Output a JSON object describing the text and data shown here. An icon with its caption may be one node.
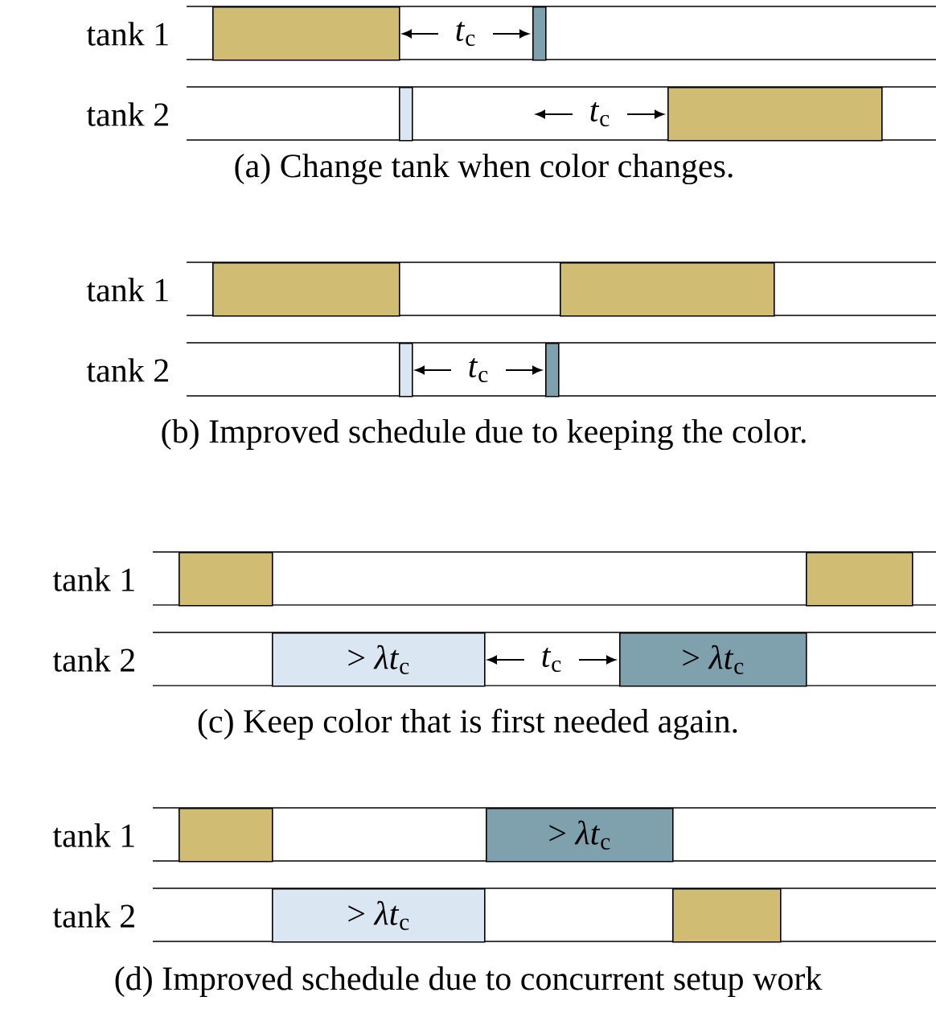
{
  "diagram": {
    "nodes": [
      {
        "text": [],
        "shape": "box"
      },
      {
        "text": [],
        "shape": "box"
      },
      {
        "text": [],
        "shape": "box"
      },
      {
        "text": [],
        "shape": "box"
      },
      {
        "text": [],
        "shape": "box"
      },
      {
        "text": [],
        "shape": "box"
      },
      {
        "text": [],
        "shape": "box"
      },
      {
        "text": [],
        "shape": "box"
      },
      {
        "text": [],
        "shape": "box"
      },
      {
        "text": [],
        "shape": "box"
      },
      {
        "text": [
          "> *λt*$_{c}$"
        ]
      },
      {
        "text": [
          "> *λt*$_{c}$"
        ]
      },
      {
        "text": [],
        "shape": "box"
      },
      {
        "text": [
          "> *λt*$_{c}$"
        ]
      },
      {
        "text": [
          "> *λt*$_{c}$"
        ]
      },
      {
        "text": [],
        "shape": "box"
      }
    ],
    "labels": [
      "tank 1",
      "*t*$_{c}$",
      "tank 2",
      "*t*$_{c}$",
      "(a) Change tank when color changes.",
      "tank 1",
      "tank 2",
      "*t*$_{c}$",
      "(b) Improved schedule due to keeping the color.",
      "tank 1",
      "tank 2",
      "*t*$_{c}$",
      "(c) Keep color that is first needed again.",
      "tank 1",
      "tank 2",
      "(d) Improved schedule due to concurrent setup work"
    ]
  }
}
